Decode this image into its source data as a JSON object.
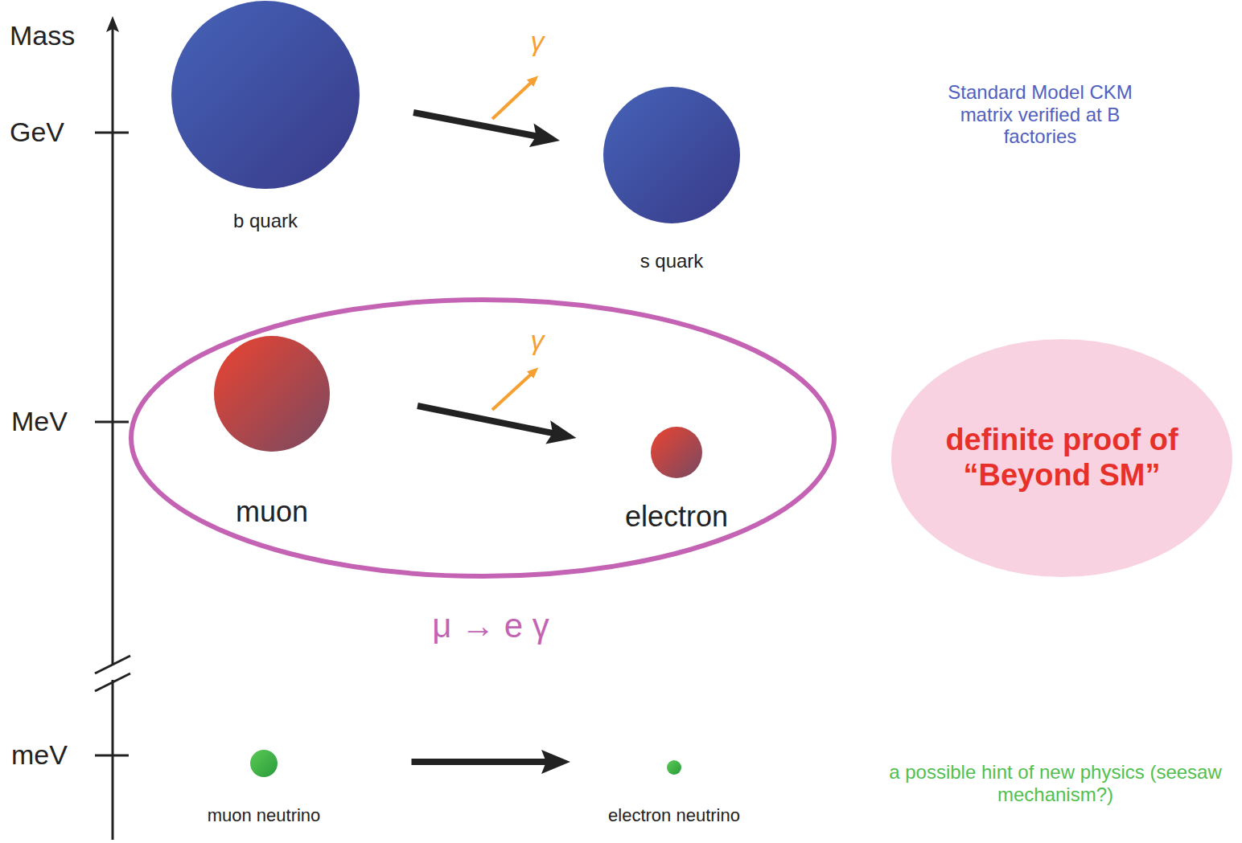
{
  "diagram": {
    "nodes": [
      {
        "text": [
          "b quark"
        ]
      },
      {
        "text": [
          "s quark"
        ]
      },
      {
        "text": [
          "μ → e γ"
        ]
      },
      {
        "text": [
          "muon"
        ],
        "in": 2
      },
      {
        "text": [
          "electron"
        ],
        "in": 2
      },
      {
        "text": [
          "definite proof of “Beyond SM”"
        ]
      },
      {
        "text": [
          "muon neutrino"
        ]
      },
      {
        "text": [
          "electron neutrino"
        ]
      }
    ],
    "edges": [
      {
        "from": 0,
        "to": 1,
        "arrow": "to"
      },
      {
        "from": 3,
        "to": 4,
        "arrow": "to"
      },
      {
        "from": 6,
        "to": 7,
        "arrow": "to"
      }
    ],
    "labels": [
      "Mass",
      "GeV",
      "MeV",
      "meV",
      "γ",
      "Standard Model CKM matrix verified at B factories",
      "γ",
      "a possible hint of new physics (seesaw mechanism?)"
    ]
  }
}
